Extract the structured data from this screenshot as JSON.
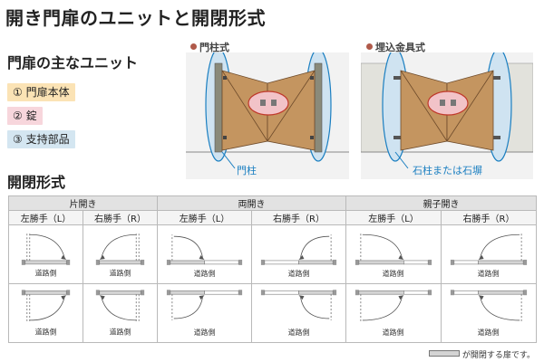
{
  "title": "開き門扉のユニットと開閉形式",
  "units_heading": "門扉の主なユニット",
  "units": [
    {
      "label": "① 門扉本体",
      "color": "#fbe3b5"
    },
    {
      "label": "② 錠",
      "color": "#f7d6dc"
    },
    {
      "label": "③ 支持部品",
      "color": "#d4e6f1"
    }
  ],
  "diagrams": {
    "left": {
      "label": "門柱式",
      "callout": "門柱"
    },
    "right": {
      "label": "埋込金具式",
      "callout": "石柱または石塀"
    }
  },
  "opening_heading": "開閉形式",
  "table": {
    "groups": [
      {
        "label": "片開き",
        "subs": [
          "左勝手（L）",
          "右勝手（R）"
        ]
      },
      {
        "label": "両開き",
        "subs": [
          "左勝手（L）",
          "右勝手（R）"
        ]
      },
      {
        "label": "親子開き",
        "subs": [
          "左勝手（L）",
          "右勝手（R）"
        ]
      }
    ],
    "road_label": "道路側"
  },
  "footnote": "が開閉する扉です。",
  "colors": {
    "door_wood": "#c49560",
    "post": "#8a8a7a",
    "support_blue": "#cfe3f1",
    "lock_pink": "#f2c3c8",
    "accent_blue": "#1b7fc1"
  }
}
